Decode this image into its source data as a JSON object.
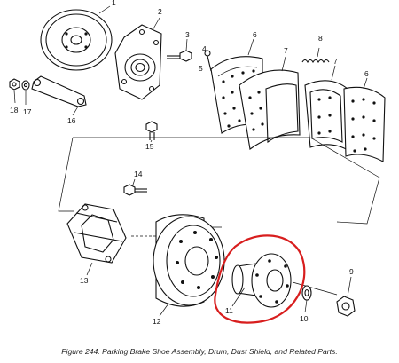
{
  "figure": {
    "caption": "Figure 244.  Parking Brake Shoe Assembly, Drum, Dust Shield, and Related Parts."
  },
  "callouts": [
    "1",
    "2",
    "3",
    "4",
    "5",
    "6",
    "7",
    "8",
    "7",
    "6",
    "18",
    "17",
    "16",
    "15",
    "14",
    "13",
    "12",
    "11",
    "10",
    "9"
  ],
  "highlight": {
    "color": "#d81e1e",
    "target": "11"
  }
}
